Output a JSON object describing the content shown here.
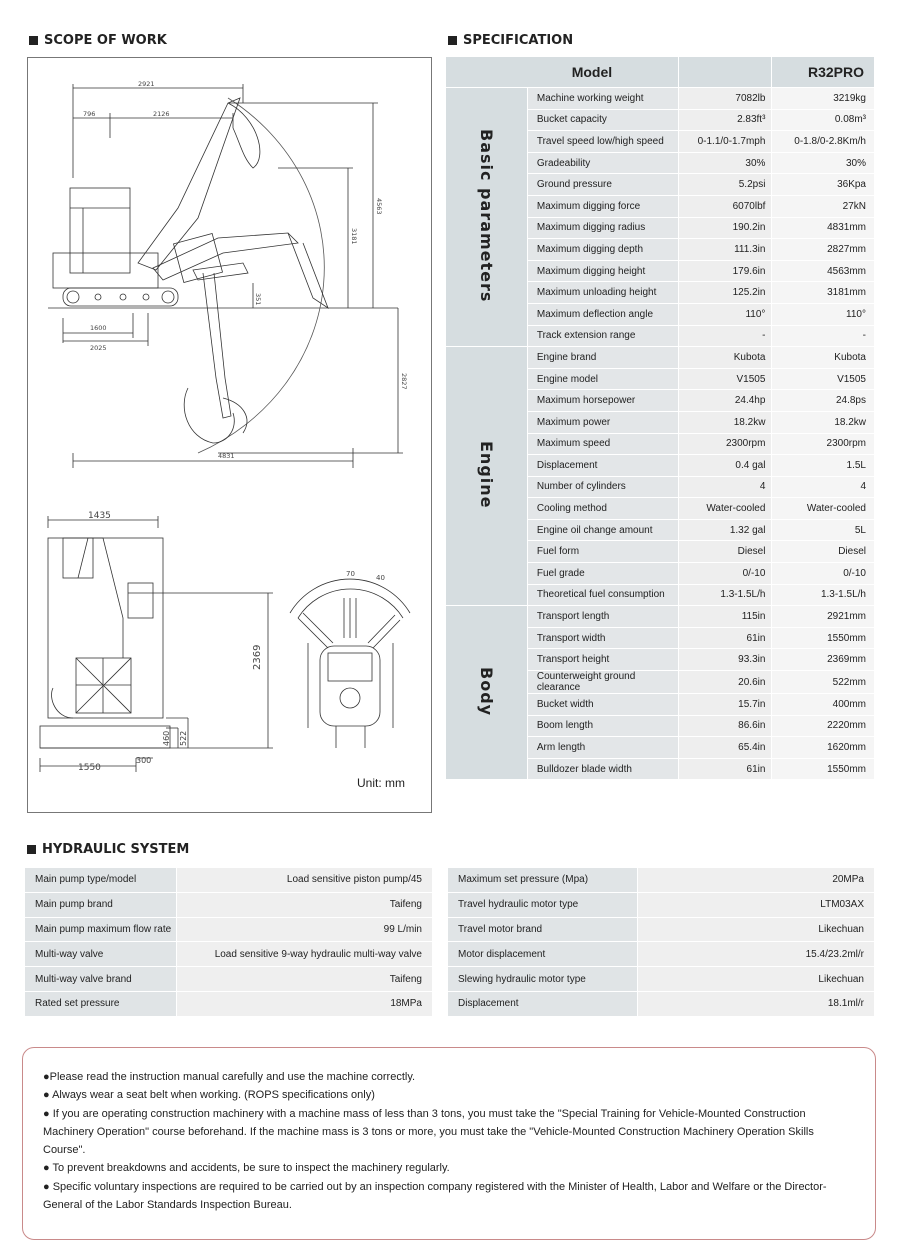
{
  "scope_title": "SCOPE OF WORK",
  "spec_title": "SPECIFICATION",
  "hyd_title": "HYDRAULIC SYSTEM",
  "unit_label": "Unit: mm",
  "dims": {
    "d2921": "2921",
    "d796": "796",
    "d2126": "2126",
    "d4563": "4563",
    "d3181": "3181",
    "d351": "351",
    "d1600": "1600",
    "d2025": "2025",
    "d2827": "2827",
    "d4831": "4831",
    "d1435": "1435",
    "d2369": "2369",
    "d460": "460",
    "d522": "522",
    "d300": "300",
    "d1550": "1550",
    "a70": "70",
    "a40": "40"
  },
  "spec": {
    "model_label": "Model",
    "model_name": "R32PRO",
    "groups": [
      {
        "name": "Basic parameters",
        "rows": [
          [
            "Machine working weight",
            "7082lb",
            "3219kg"
          ],
          [
            "Bucket capacity",
            "2.83ft³",
            "0.08m³"
          ],
          [
            "Travel speed low/high speed",
            "0-1.1/0-1.7mph",
            "0-1.8/0-2.8Km/h"
          ],
          [
            "Gradeability",
            "30%",
            "30%"
          ],
          [
            "Ground pressure",
            "5.2psi",
            "36Kpa"
          ],
          [
            "Maximum digging force",
            "6070lbf",
            "27kN"
          ],
          [
            "Maximum digging radius",
            "190.2in",
            "4831mm"
          ],
          [
            "Maximum digging depth",
            "111.3in",
            "2827mm"
          ],
          [
            "Maximum digging height",
            "179.6in",
            "4563mm"
          ],
          [
            "Maximum unloading height",
            "125.2in",
            "3181mm"
          ],
          [
            "Maximum deflection angle",
            "110°",
            "110°"
          ],
          [
            "Track extension range",
            "-",
            "-"
          ]
        ]
      },
      {
        "name": "Engine",
        "rows": [
          [
            "Engine brand",
            "Kubota",
            "Kubota"
          ],
          [
            "Engine model",
            "V1505",
            "V1505"
          ],
          [
            "Maximum horsepower",
            "24.4hp",
            "24.8ps"
          ],
          [
            "Maximum power",
            "18.2kw",
            "18.2kw"
          ],
          [
            "Maximum speed",
            "2300rpm",
            "2300rpm"
          ],
          [
            "Displacement",
            "0.4 gal",
            "1.5L"
          ],
          [
            "Number of cylinders",
            "4",
            "4"
          ],
          [
            "Cooling method",
            "Water-cooled",
            "Water-cooled"
          ],
          [
            "Engine oil change amount",
            "1.32 gal",
            "5L"
          ],
          [
            "Fuel form",
            "Diesel",
            "Diesel"
          ],
          [
            "Fuel grade",
            "0/-10",
            "0/-10"
          ],
          [
            "Theoretical fuel consumption",
            "1.3-1.5L/h",
            "1.3-1.5L/h"
          ]
        ]
      },
      {
        "name": "Body",
        "rows": [
          [
            "Transport length",
            "115in",
            "2921mm"
          ],
          [
            "Transport width",
            "61in",
            "1550mm"
          ],
          [
            "Transport height",
            "93.3in",
            "2369mm"
          ],
          [
            "Counterweight ground clearance",
            "20.6in",
            "522mm"
          ],
          [
            "Bucket width",
            "15.7in",
            "400mm"
          ],
          [
            "Boom length",
            "86.6in",
            "2220mm"
          ],
          [
            "Arm length",
            "65.4in",
            "1620mm"
          ],
          [
            "Bulldozer blade width",
            "61in",
            "1550mm"
          ]
        ]
      }
    ]
  },
  "hydraulic": {
    "left": [
      [
        "Main pump type/model",
        "Load sensitive piston pump/45"
      ],
      [
        "Main pump brand",
        "Taifeng"
      ],
      [
        "Main pump maximum flow rate",
        "99 L/min"
      ],
      [
        "Multi-way valve",
        "Load sensitive 9-way hydraulic multi-way valve"
      ],
      [
        "Multi-way valve brand",
        "Taifeng"
      ],
      [
        "Rated set pressure",
        "18MPa"
      ]
    ],
    "right": [
      [
        "Maximum set pressure (Mpa)",
        "20MPa"
      ],
      [
        "Travel hydraulic motor type",
        "LTM03AX"
      ],
      [
        "Travel motor brand",
        "Likechuan"
      ],
      [
        "Motor displacement",
        "15.4/23.2ml/r"
      ],
      [
        "Slewing hydraulic motor type",
        "Likechuan"
      ],
      [
        "Displacement",
        "18.1ml/r"
      ]
    ]
  },
  "notes": [
    "●Please read the instruction manual carefully and use the machine correctly.",
    "● Always wear a seat belt when working. (ROPS specifications only)",
    "● If you are operating construction machinery with a machine mass of less than 3 tons, you must take the \"Special Training for Vehicle-Mounted Construction Machinery Operation\" course beforehand. If the machine mass is 3 tons or more, you must take the \"Vehicle-Mounted Construction Machinery Operation Skills Course\".",
    "● To prevent breakdowns and accidents, be sure to inspect the machinery regularly.",
    "● Specific voluntary inspections are required to be carried out by an inspection company registered with the Minister of Health, Labor and Welfare or the Director-General of the Labor Standards Inspection Bureau."
  ]
}
